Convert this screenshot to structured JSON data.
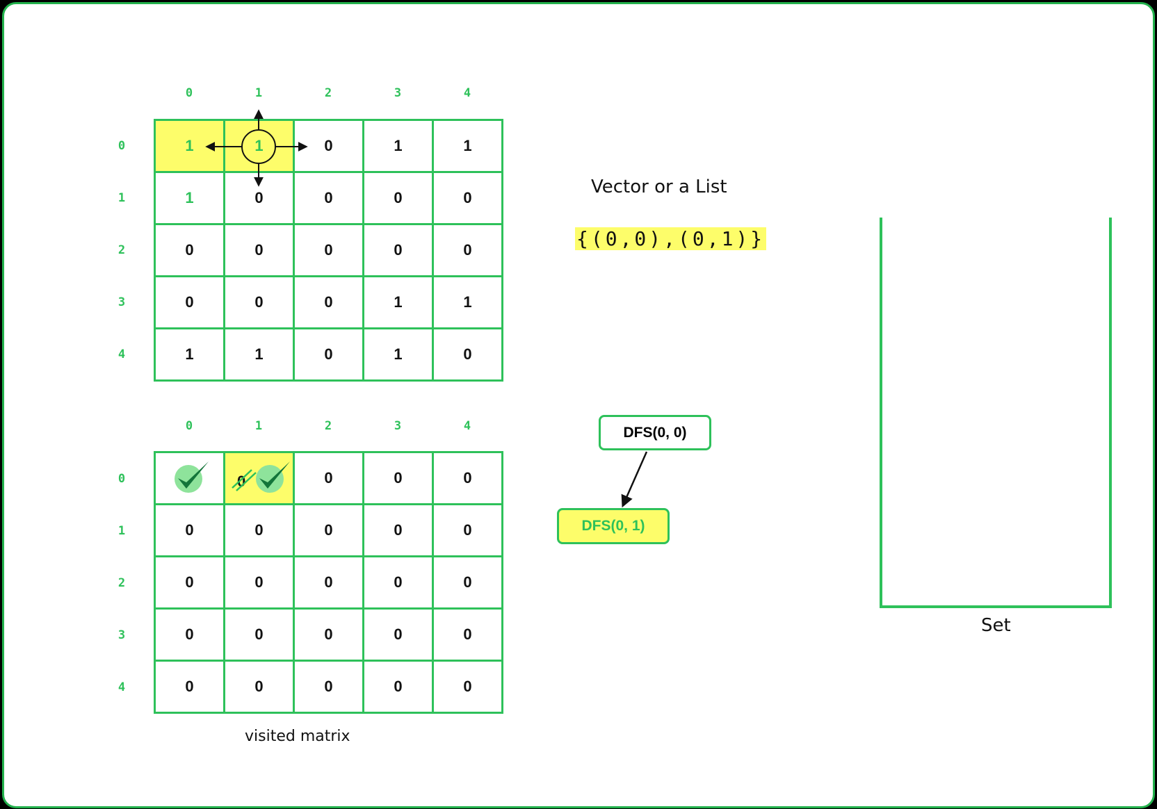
{
  "grid_top": {
    "col_headers": [
      "0",
      "1",
      "2",
      "3",
      "4"
    ],
    "row_headers": [
      "0",
      "1",
      "2",
      "3",
      "4"
    ],
    "rows": [
      [
        "1",
        "1",
        "0",
        "1",
        "1"
      ],
      [
        "1",
        "0",
        "0",
        "0",
        "0"
      ],
      [
        "0",
        "0",
        "0",
        "0",
        "0"
      ],
      [
        "0",
        "0",
        "0",
        "1",
        "1"
      ],
      [
        "1",
        "1",
        "0",
        "1",
        "0"
      ]
    ]
  },
  "grid_visited": {
    "col_headers": [
      "0",
      "1",
      "2",
      "3",
      "4"
    ],
    "row_headers": [
      "0",
      "1",
      "2",
      "3",
      "4"
    ],
    "rows": [
      [
        "",
        "",
        "0",
        "0",
        "0"
      ],
      [
        "0",
        "0",
        "0",
        "0",
        "0"
      ],
      [
        "0",
        "0",
        "0",
        "0",
        "0"
      ],
      [
        "0",
        "0",
        "0",
        "0",
        "0"
      ],
      [
        "0",
        "0",
        "0",
        "0",
        "0"
      ]
    ],
    "caption": "visited matrix"
  },
  "vector": {
    "title": "Vector or a List",
    "value": "{(0,0),(0,1)}"
  },
  "dfs": {
    "parent": "DFS(0, 0)",
    "child": "DFS(0, 1)"
  },
  "set": {
    "label": "Set"
  },
  "colors": {
    "green": "#2ec15a",
    "highlight": "#fdfd6a",
    "frame": "#22b14c"
  },
  "icons": [
    "check-icon",
    "direction-arrows-icon",
    "strike-icon"
  ]
}
